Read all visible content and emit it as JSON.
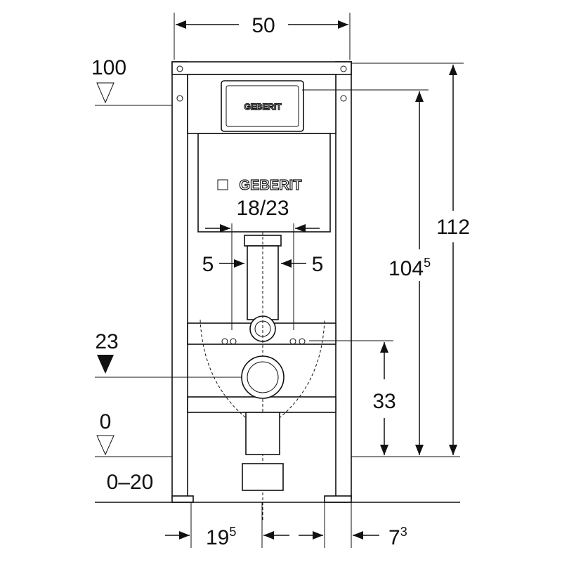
{
  "drawing": {
    "brand": "GEBERIT",
    "width_top": "50",
    "level_flush_plate": "100",
    "height_total": "112",
    "height_cistern_main": "104",
    "height_cistern_sup": "5",
    "flush_plate_offset": "18/23",
    "offset_left": "5",
    "offset_right": "5",
    "level_outlet": "23",
    "outlet_height": "33",
    "level_floor": "0",
    "floor_adjust": "0–20",
    "depth_main": "19",
    "depth_sup": "5",
    "rear_main": "7",
    "rear_sup": "3"
  }
}
